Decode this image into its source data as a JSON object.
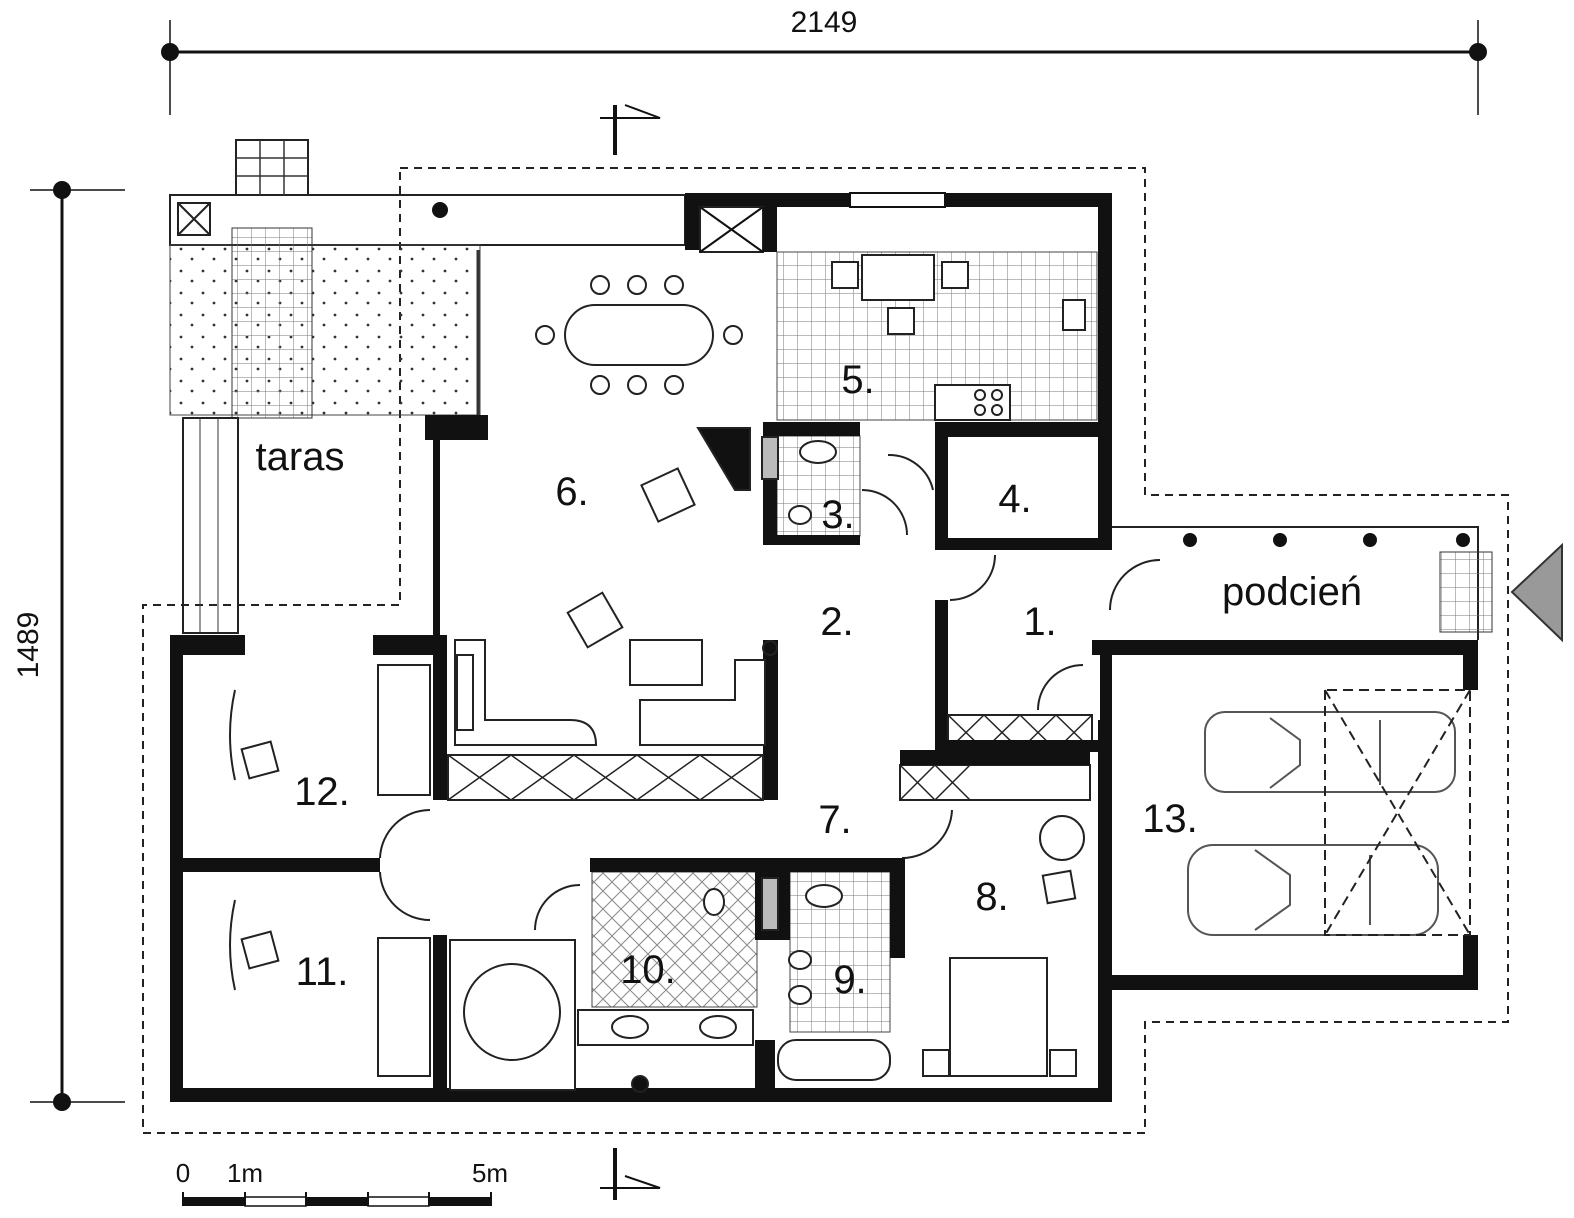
{
  "dimensions": {
    "width": "2149",
    "depth": "1489"
  },
  "areas": {
    "terrace": "taras",
    "porch": "podcień"
  },
  "rooms": [
    "1.",
    "2.",
    "3.",
    "4.",
    "5.",
    "6.",
    "7.",
    "8.",
    "9.",
    "10.",
    "11.",
    "12.",
    "13."
  ],
  "scale": {
    "zero": "0",
    "one": "1m",
    "five": "5m"
  },
  "colors": {
    "wall": "#111111",
    "line": "#222222",
    "background": "#ffffff"
  }
}
